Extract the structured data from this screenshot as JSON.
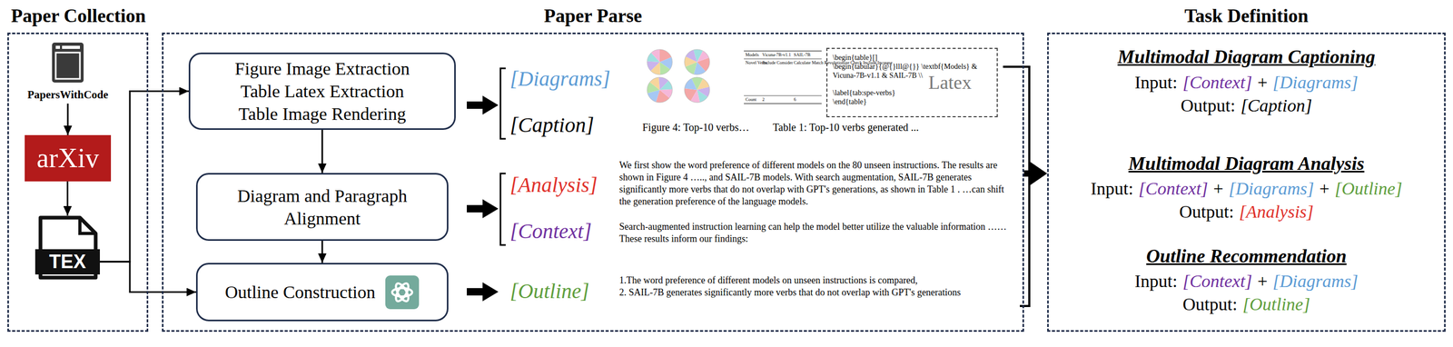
{
  "diagram": {
    "nodes": [
      {
        "text": [
          "Paper Collection"
        ]
      },
      {
        "text": [
          "PapersWithCode"
        ],
        "in": 0
      },
      {
        "text": [
          "arXiv"
        ],
        "in": 0
      },
      {
        "text": [
          "TEX"
        ],
        "in": 0
      },
      {
        "text": [
          "Paper Parse"
        ]
      },
      {
        "text": [
          "Figure Image Extraction",
          "Table Latex Extraction",
          "Table Image Rendering"
        ],
        "in": 4
      },
      {
        "text": [
          "Diagram and Paragraph Alignment"
        ],
        "in": 4
      },
      {
        "text": [
          "Outline Construction"
        ],
        "in": 4
      },
      {
        "text": [
          "\\begin{table}[]",
          "\\begin{tabular}{@{}lll@{}} \\textbf{Models} &",
          "Vicuna-7B-v1.1 & SAIL-7B \\\\",
          "\\label{tab:spe-verbs}",
          "\\end{table}",
          "Latex"
        ],
        "in": 4
      },
      {
        "text": [
          "Task Definition"
        ]
      }
    ],
    "edges": [
      {
        "from": 1,
        "to": 2,
        "arrow": "to"
      },
      {
        "from": 2,
        "to": 3,
        "arrow": "to"
      },
      {
        "from": 3,
        "to": 5,
        "arrow": "to"
      },
      {
        "from": 3,
        "to": 7,
        "arrow": "to"
      },
      {
        "from": 5,
        "to": 6,
        "arrow": "to"
      },
      {
        "from": 6,
        "to": 7,
        "arrow": "to"
      },
      {
        "from": 4,
        "to": 9,
        "arrow": "to"
      }
    ],
    "labels": [
      "[Diagrams]",
      "[Caption]",
      "Models",
      "Vicuna-7B-v1.1",
      "SAIL-7B",
      "Novel Verbs",
      "Include Consider",
      "Calculate Match Revolutionize Check Include Increase",
      "Count",
      "2",
      "6",
      "Figure 4: Top-10 verbs…",
      "Table 1: Top-10 verbs generated ...",
      "[Analysis]",
      "We first show the word preference of different models on the 80 unseen instructions. The results are shown in Figure 4 ….., and SAIL-7B models. With search augmentation, SAIL-7B generates significantly more verbs that do not overlap with GPT's generations, as shown in Table 1 . …can shift the generation preference of the language models.",
      "[Context]",
      "Search-augmented instruction learning can help the model better utilize the valuable information …… These results inform our findings:",
      "[Outline]",
      "1.The word preference of different models on unseen instructions is compared,",
      "2. SAIL-7B generates significantly more verbs that do not overlap with GPT's generations",
      "Multimodal Diagram Captioning",
      "Input:",
      "[Context]",
      "+",
      "[Diagrams]",
      "Output:",
      "[Caption]",
      "Multimodal Diagram Analysis",
      "Input:",
      "[Context]",
      "+",
      "[Diagrams]",
      "+",
      "[Outline]",
      "Output:",
      "[Analysis]",
      "Outline Recommendation",
      "Input:",
      "[Context]",
      "+",
      "[Diagrams]",
      "Output:",
      "[Outline]"
    ]
  }
}
